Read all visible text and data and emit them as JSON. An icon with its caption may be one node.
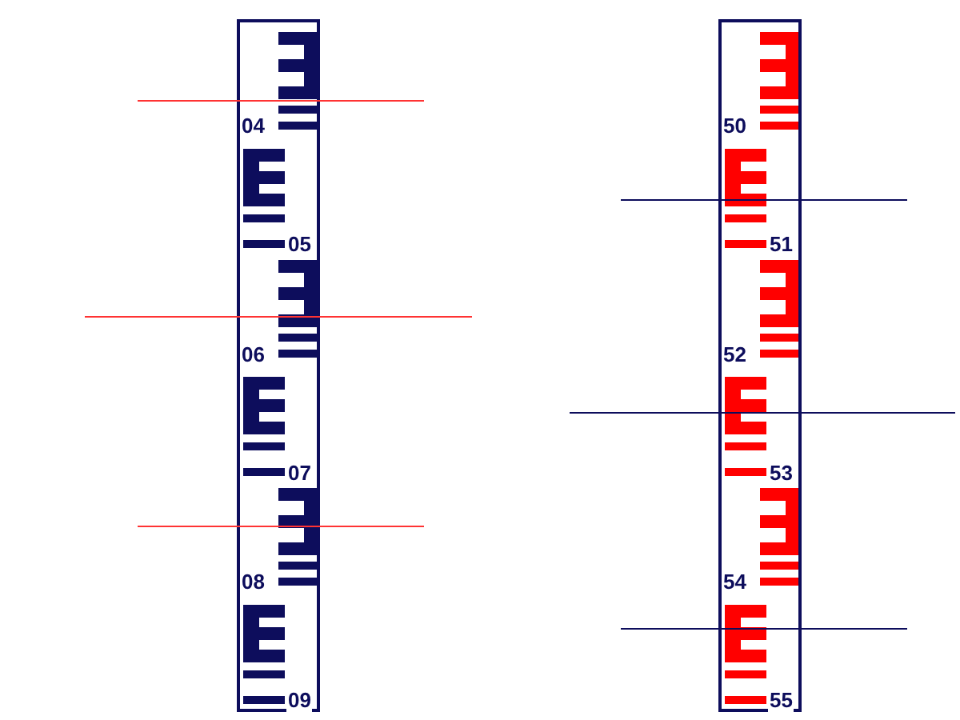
{
  "diagram": {
    "nodes": [
      {
        "text": [
          "04",
          "05",
          "06",
          "07",
          "08",
          "09"
        ]
      },
      {
        "text": [
          "50",
          "51",
          "52",
          "53",
          "54",
          "55"
        ]
      }
    ]
  }
}
